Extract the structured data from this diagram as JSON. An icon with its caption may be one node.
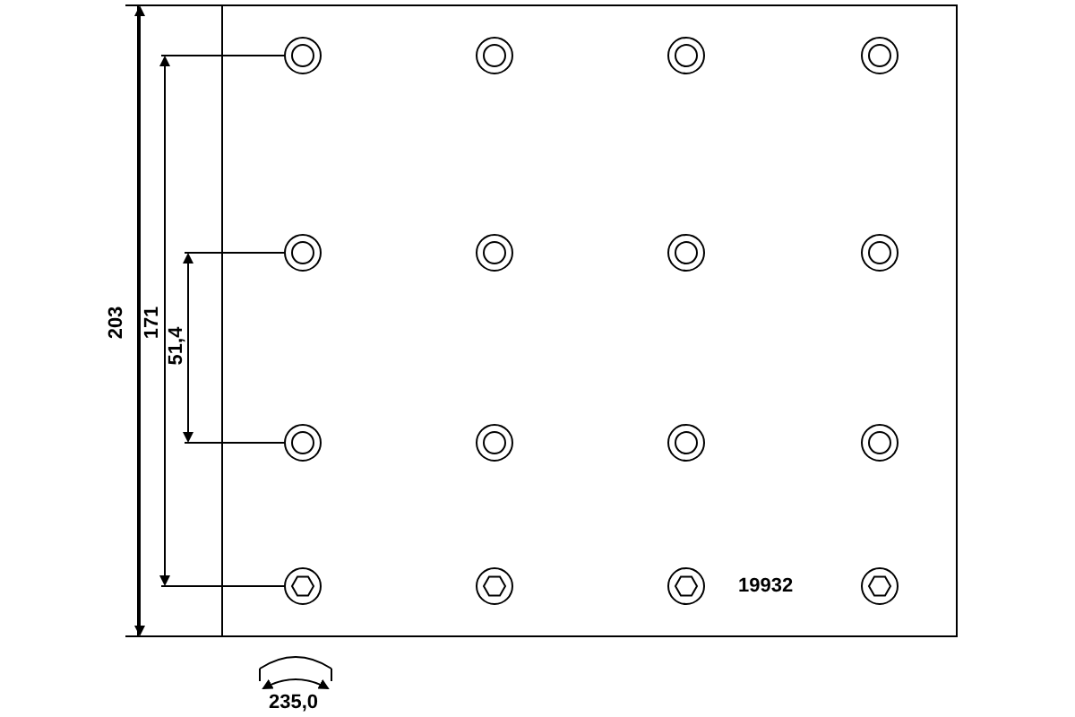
{
  "diagram": {
    "labels": [
      "203",
      "171",
      "51,4",
      "19932",
      "235,0"
    ]
  }
}
